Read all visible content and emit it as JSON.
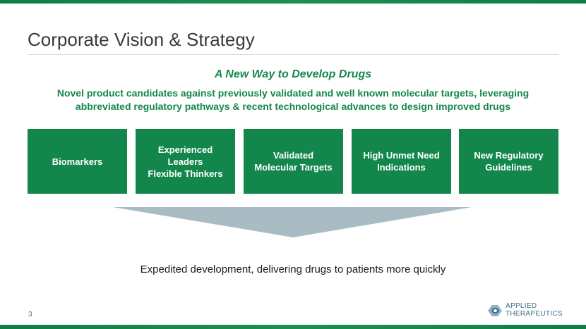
{
  "slide": {
    "title": "Corporate Vision & Strategy",
    "subtitle": "A New Way to Develop Drugs",
    "description": "Novel product candidates against previously validated and well known molecular targets, leveraging abbreviated regulatory pathways & recent technological advances to design improved drugs",
    "pillars": [
      {
        "label": "Biomarkers"
      },
      {
        "label": "Experienced\nLeaders\nFlexible Thinkers"
      },
      {
        "label": "Validated\nMolecular Targets"
      },
      {
        "label": "High Unmet Need\nIndications"
      },
      {
        "label": "New Regulatory\nGuidelines"
      }
    ],
    "result": "Expedited development, delivering drugs to patients more quickly",
    "page_number": "3"
  },
  "logo": {
    "text": "APPLIED\nTHERAPEUTICS",
    "icon": "applied-therapeutics-logo-mark"
  },
  "colors": {
    "brand_green": "#13874b",
    "funnel": "#a9bcc4",
    "logo_blue": "#3a6e8a"
  }
}
